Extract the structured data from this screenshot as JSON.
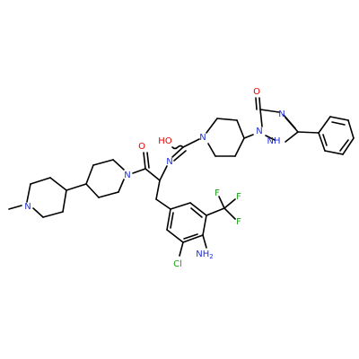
{
  "molecule": {
    "atoms": {
      "O_triazolone": {
        "text": "O",
        "color": "#e00000"
      },
      "N_triazole_4": {
        "text": "N",
        "color": "#1f2fd8"
      },
      "N_triazole_1": {
        "text": "N",
        "color": "#1f2fd8"
      },
      "NH_triazole": {
        "text": "NH",
        "color": "#1f2fd8"
      },
      "OH_imidic": {
        "text": "HO",
        "color": "#e00000"
      },
      "N_imidic": {
        "text": "N",
        "color": "#1f2fd8"
      },
      "N_pip_right": {
        "text": "N",
        "color": "#1f2fd8"
      },
      "O_amide": {
        "text": "O",
        "color": "#e00000"
      },
      "N_amide": {
        "text": "N",
        "color": "#1f2fd8"
      },
      "N_methylpip": {
        "text": "N",
        "color": "#1f2fd8"
      },
      "F1": {
        "text": "F",
        "color": "#1aa01a"
      },
      "F2": {
        "text": "F",
        "color": "#1aa01a"
      },
      "F3": {
        "text": "F",
        "color": "#1aa01a"
      },
      "NH2": {
        "text": "NH",
        "color": "#1f2fd8"
      },
      "NH2_sub": {
        "text": "2",
        "color": "#1f2fd8"
      },
      "Cl": {
        "text": "Cl",
        "color": "#1aa01a"
      }
    }
  }
}
